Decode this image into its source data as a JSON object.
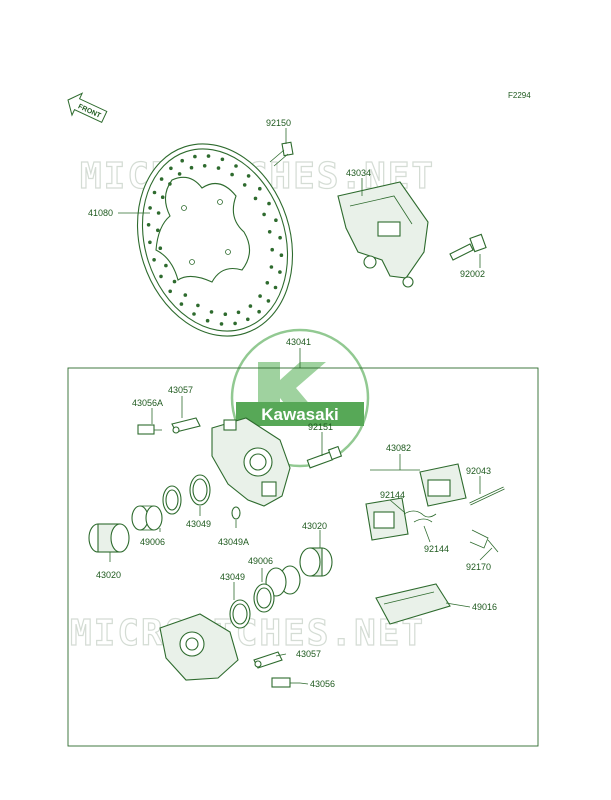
{
  "figure_code": "F2294",
  "front_label": "FRONT",
  "watermark": "MICROFICHES.NET",
  "logo_text": "Kawasaki",
  "colors": {
    "line": "#2e6b2e",
    "text": "#1f5a1f",
    "logo": "#3a9a3a",
    "watermark": "#d4dcd4"
  },
  "labels": {
    "p92150": "92150",
    "p43034": "43034",
    "p41080": "41080",
    "p92002": "92002",
    "p43041": "43041",
    "p43057a": "43057",
    "p43056A": "43056A",
    "p92151": "92151",
    "p43082": "43082",
    "p92043": "92043",
    "p92144a": "92144",
    "p92144b": "92144",
    "p43049a": "43049",
    "p49006a": "49006",
    "p43049A": "43049A",
    "p43020a": "43020",
    "p43020b": "43020",
    "p49006b": "49006",
    "p43049b": "43049",
    "p92170": "92170",
    "p49016": "49016",
    "p43057b": "43057",
    "p43056": "43056"
  }
}
